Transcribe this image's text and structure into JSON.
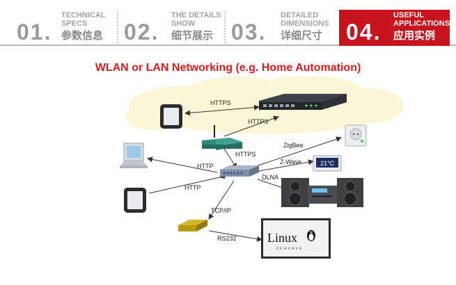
{
  "tabs": [
    {
      "number": "01.",
      "title_en_line1": "TECHNICAL",
      "title_en_line2": "SPECS",
      "title_zh": "参数信息",
      "active": false
    },
    {
      "number": "02.",
      "title_en_line1": "THE DETAILS",
      "title_en_line2": "SHOW",
      "title_zh": "细节展示",
      "active": false
    },
    {
      "number": "03.",
      "title_en_line1": "DETAILED",
      "title_en_line2": "DIMENSIONS",
      "title_zh": "详细尺寸",
      "active": false
    },
    {
      "number": "04.",
      "title_en_line1": "USEFUL",
      "title_en_line2": "APPLICATIONS",
      "title_zh": "应用实例",
      "active": true
    }
  ],
  "heading": "WLAN or LAN Networking (e.g. Home Automation)",
  "diagram": {
    "labels": {
      "https_top": "HTTPS",
      "https_right": "HTTPS",
      "https_lower": "HTTPS",
      "http_upper": "HTTP",
      "http_lower": "HTTP",
      "zigbee": "ZigBee",
      "zwave": "Z-Wave",
      "dlna": "DLNA",
      "tcpip": "TCP/IP",
      "rs232": "RS232"
    },
    "thermostat": "21°C",
    "linux_logo_word": "Linux",
    "linux_logo_sub": "POWERED"
  },
  "colors": {
    "active_tab": "#c8141c",
    "heading": "#e01b1b",
    "cloud": "#fbf7d6",
    "router": "#2e8a7a",
    "switch": "#7f8fa6",
    "serial_adapter": "#b79a10"
  }
}
